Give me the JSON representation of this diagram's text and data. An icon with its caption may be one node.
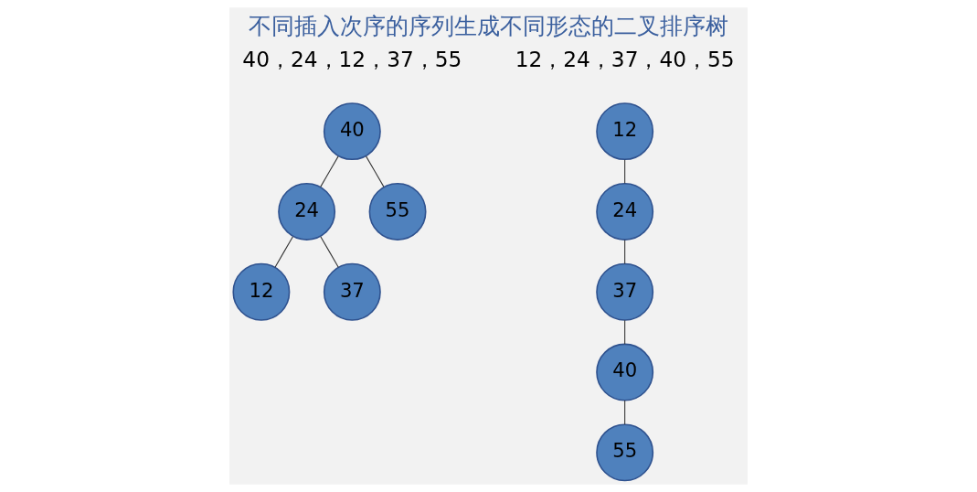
{
  "diagram": {
    "title": "不同插入次序的序列生成不同形态的二叉排序树",
    "nodes": [
      {
        "text": [
          "40"
        ]
      },
      {
        "text": [
          "24"
        ]
      },
      {
        "text": [
          "55"
        ]
      },
      {
        "text": [
          "12"
        ]
      },
      {
        "text": [
          "37"
        ]
      },
      {
        "text": [
          "12"
        ]
      },
      {
        "text": [
          "24"
        ]
      },
      {
        "text": [
          "37"
        ]
      },
      {
        "text": [
          "40"
        ]
      },
      {
        "text": [
          "55"
        ]
      }
    ],
    "edges": [
      {
        "from": 0,
        "to": 1,
        "arrow": "none"
      },
      {
        "from": 0,
        "to": 2,
        "arrow": "none"
      },
      {
        "from": 1,
        "to": 3,
        "arrow": "none"
      },
      {
        "from": 1,
        "to": 4,
        "arrow": "none"
      },
      {
        "from": 5,
        "to": 6,
        "arrow": "none"
      },
      {
        "from": 6,
        "to": 7,
        "arrow": "none"
      },
      {
        "from": 7,
        "to": 8,
        "arrow": "none"
      },
      {
        "from": 8,
        "to": 9,
        "arrow": "none"
      }
    ],
    "labels": [
      "40，24，12，37，55",
      "12，24，37，40，55"
    ]
  }
}
